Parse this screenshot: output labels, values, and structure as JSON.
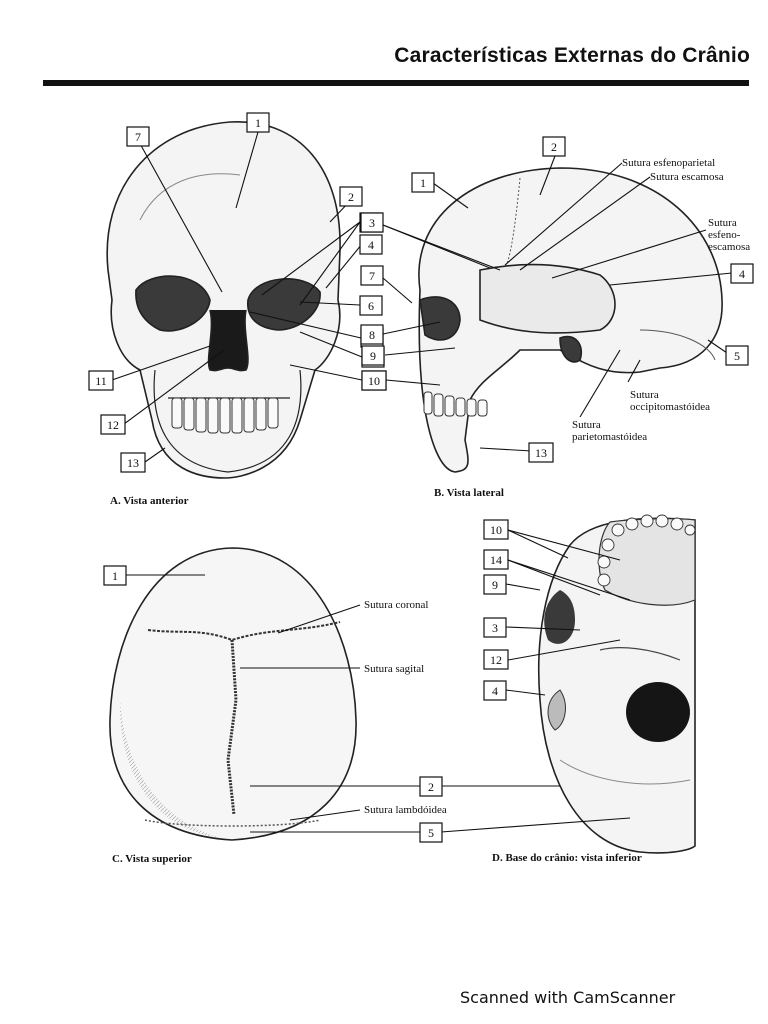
{
  "page": {
    "title": "Características Externas do Crânio",
    "footer": "Scanned with CamScanner"
  },
  "panels": {
    "anterior": {
      "caption": "A. Vista anterior",
      "labels": [
        "1",
        "2",
        "3",
        "4",
        "6",
        "7",
        "8",
        "9",
        "10",
        "11",
        "12",
        "13"
      ]
    },
    "lateral": {
      "caption": "B. Vista lateral",
      "labels": [
        "1",
        "2",
        "4",
        "5",
        "7",
        "3",
        "8",
        "9",
        "10",
        "13"
      ],
      "terms": {
        "esfenoparietal": "Sutura esfenoparietal",
        "escamosa": "Sutura escamosa",
        "esfeno_1": "Sutura",
        "esfeno_2": "esfeno-",
        "esfeno_3": "escamosa",
        "occipito_1": "Sutura",
        "occipito_2": "occipitomastóidea",
        "parieto_1": "Sutura",
        "parieto_2": "parietomastóidea"
      }
    },
    "superior": {
      "caption": "C. Vista superior",
      "labels": [
        "1"
      ],
      "terms": {
        "coronal": "Sutura coronal",
        "sagital": "Sutura sagital",
        "lambdoidea": "Sutura lambdóidea"
      }
    },
    "inferior": {
      "caption": "D. Base do crânio: vista inferior",
      "labels": [
        "10",
        "14",
        "9",
        "3",
        "12",
        "4"
      ],
      "shared_labels": [
        "2",
        "5"
      ]
    }
  }
}
